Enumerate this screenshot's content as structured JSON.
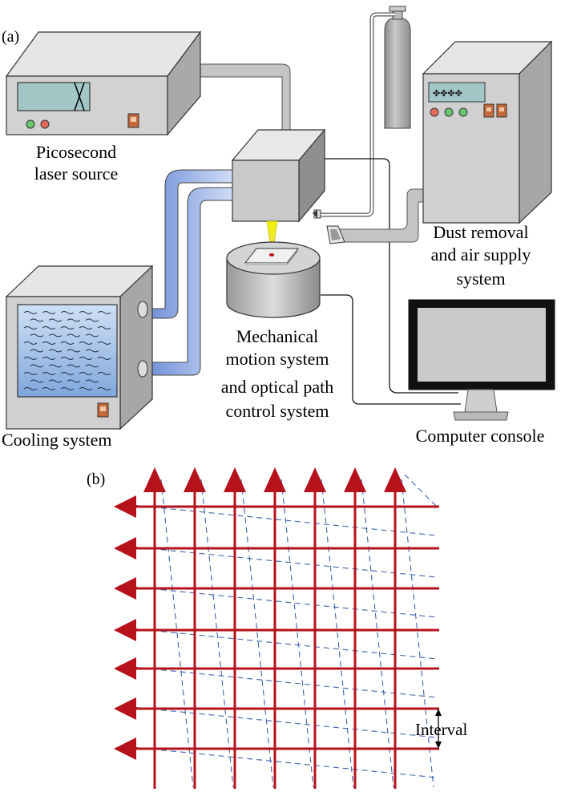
{
  "panel_a": {
    "label": "(a)",
    "laser": {
      "label_line1": "Picosecond",
      "label_line2": "laser source"
    },
    "cooling": {
      "label": "Cooling system"
    },
    "motion": {
      "label_line1": "Mechanical",
      "label_line2": "motion system",
      "label_line3": "and optical path",
      "label_line4": "control system"
    },
    "dust": {
      "label_line1": "Dust removal",
      "label_line2": "and air supply",
      "label_line3": "system"
    },
    "computer": {
      "label": "Computer console"
    }
  },
  "panel_b": {
    "label": "(b)",
    "interval_label": "Interval",
    "colors": {
      "scan_line": "#b5121b",
      "dashed_path": "#3e64a8"
    }
  }
}
